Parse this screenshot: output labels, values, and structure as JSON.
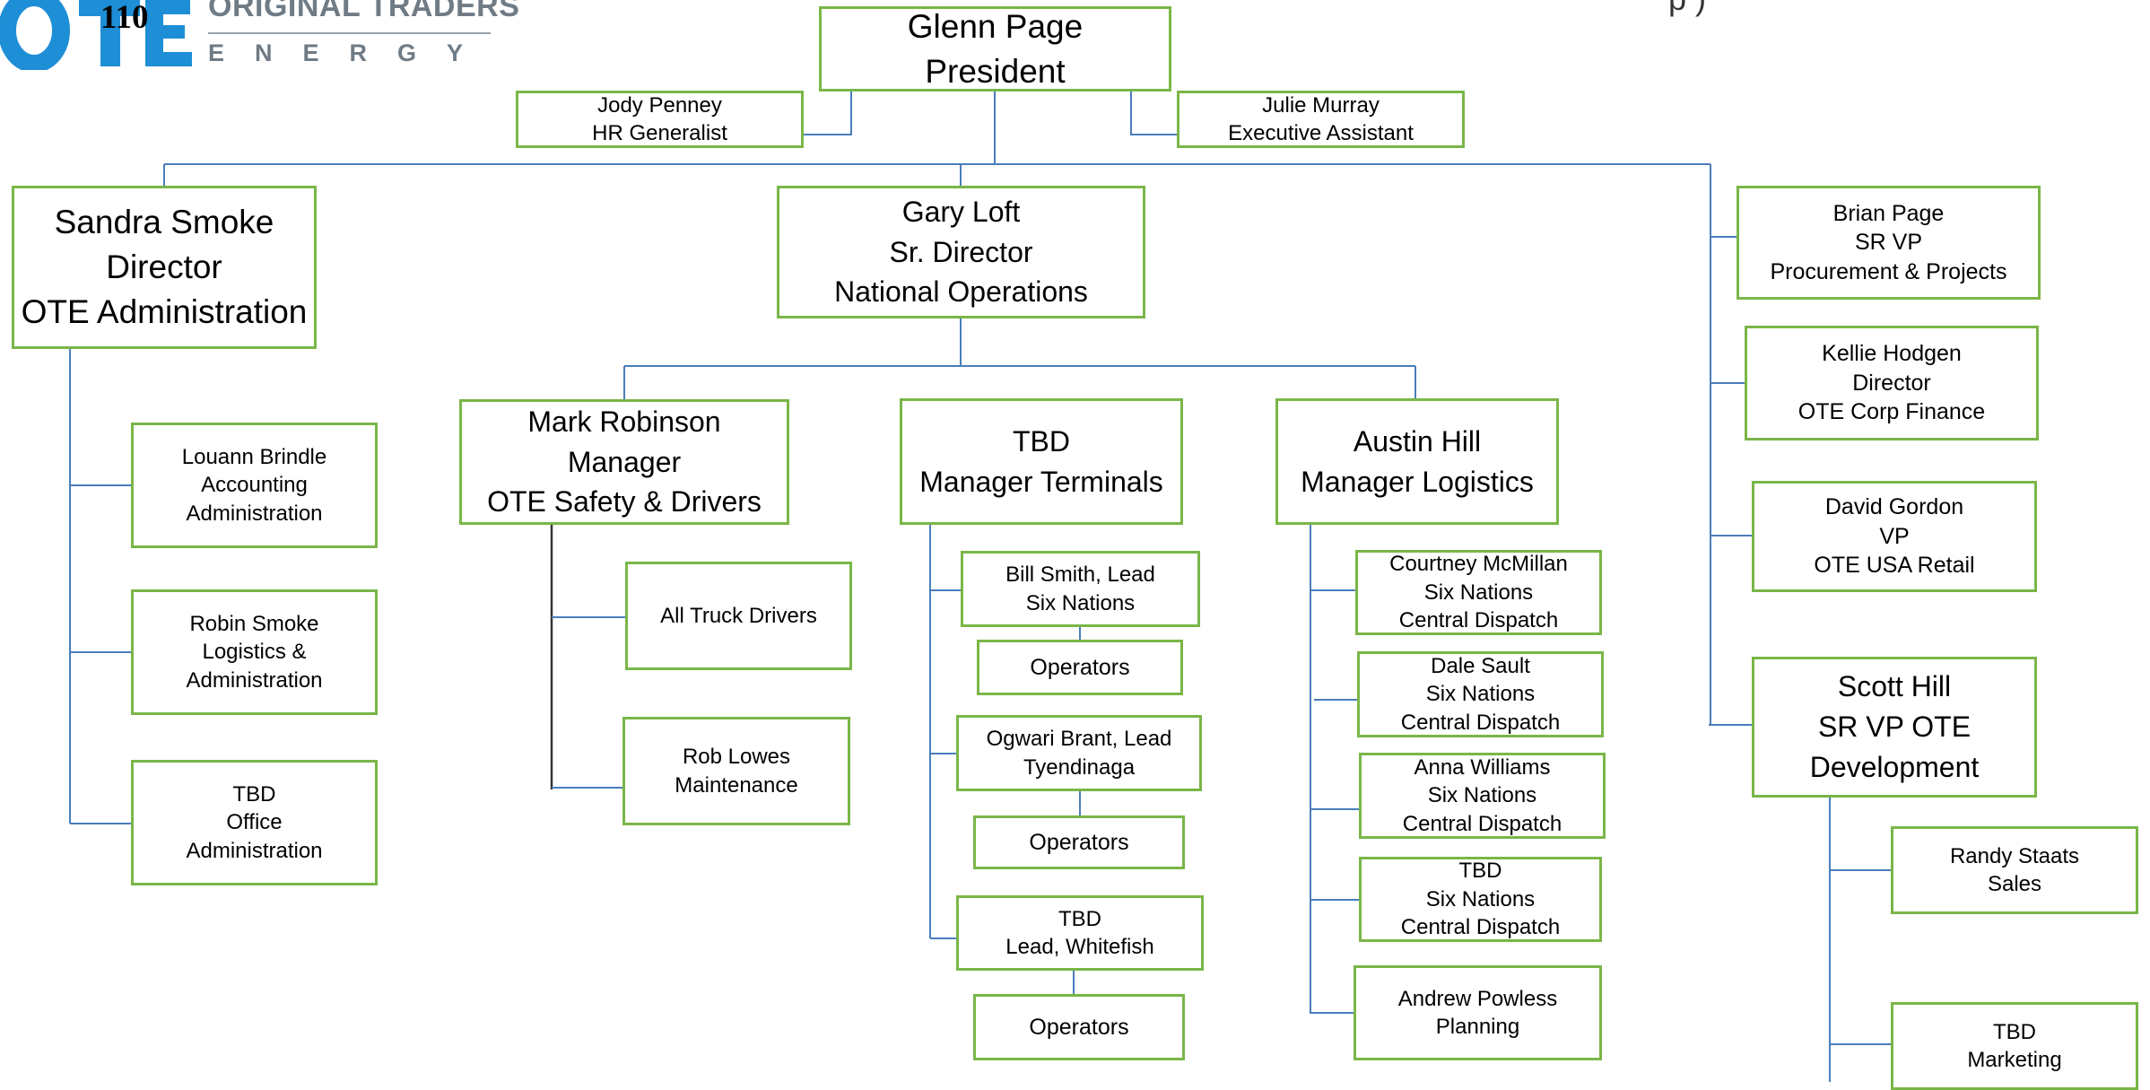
{
  "logo": {
    "page_number": "110",
    "company_top": "ORIGINAL TRADERS",
    "company_bottom": "ENERGY",
    "brand_color": "#1e8ed6",
    "text_color": "#6f7b85"
  },
  "corner_text": "p            )",
  "colors": {
    "box_border": "#7ab648",
    "connector": "#4a7ebb"
  },
  "org": {
    "president": [
      "Glenn Page",
      "President"
    ],
    "hr": [
      "Jody Penney",
      "HR Generalist"
    ],
    "ea": [
      "Julie Murray",
      "Executive Assistant"
    ],
    "admin_director": [
      "Sandra Smoke",
      "Director",
      "OTE Administration"
    ],
    "admin_reports": [
      [
        "Louann Brindle",
        "Accounting",
        "Administration"
      ],
      [
        "Robin Smoke",
        "Logistics &",
        "Administration"
      ],
      [
        "TBD",
        "Office",
        "Administration"
      ]
    ],
    "ops_director": [
      "Gary Loft",
      "Sr. Director",
      "National Operations"
    ],
    "safety_manager": [
      "Mark Robinson",
      "Manager",
      "OTE Safety & Drivers"
    ],
    "safety_reports": [
      [
        "All Truck Drivers"
      ],
      [
        "Rob Lowes",
        "Maintenance"
      ]
    ],
    "terminals_manager": [
      "TBD",
      "Manager Terminals"
    ],
    "terminal_leads": [
      {
        "lead": [
          "Bill Smith, Lead",
          "Six Nations"
        ],
        "team": "Operators"
      },
      {
        "lead": [
          "Ogwari Brant, Lead",
          "Tyendinaga"
        ],
        "team": "Operators"
      },
      {
        "lead": [
          "TBD",
          "Lead, Whitefish"
        ],
        "team": "Operators"
      }
    ],
    "logistics_manager": [
      "Austin Hill",
      "Manager Logistics"
    ],
    "logistics_reports": [
      [
        "Courtney McMillan",
        "Six Nations",
        "Central Dispatch"
      ],
      [
        "Dale Sault",
        "Six Nations",
        "Central Dispatch"
      ],
      [
        "Anna Williams",
        "Six Nations",
        "Central Dispatch"
      ],
      [
        "TBD",
        "Six Nations",
        "Central Dispatch"
      ],
      [
        "Andrew Powless",
        "Planning"
      ]
    ],
    "right_column": [
      [
        "Brian Page",
        "SR VP",
        "Procurement & Projects"
      ],
      [
        "Kellie Hodgen",
        "Director",
        "OTE Corp Finance"
      ],
      [
        "David Gordon",
        "VP",
        "OTE USA Retail"
      ],
      [
        "Scott Hill",
        "SR VP OTE",
        "Development"
      ]
    ],
    "development_reports": [
      [
        "Randy Staats",
        "Sales"
      ],
      [
        "TBD",
        "Marketing"
      ]
    ]
  }
}
